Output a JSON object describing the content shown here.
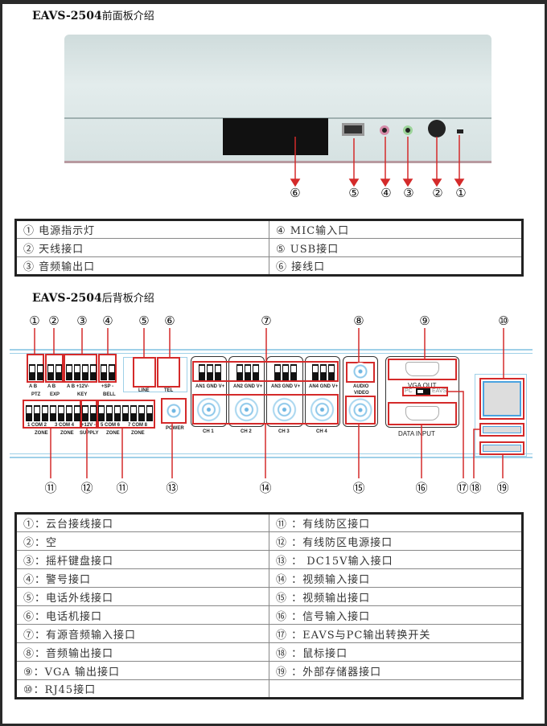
{
  "front": {
    "title_model": "EAVS-2504",
    "title_cn": "前面板介绍",
    "callouts": [
      "⑥",
      "⑤",
      "④",
      "③",
      "②",
      "①"
    ],
    "table": [
      [
        "① 电源指示灯",
        "④ MIC输入口"
      ],
      [
        "② 天线接口",
        "⑤ USB接口"
      ],
      [
        "③ 音频输出口",
        "⑥ 接线口"
      ]
    ]
  },
  "back": {
    "title_model": "EAVS-2504",
    "title_cn": "后背板介绍",
    "callouts_top": [
      "①",
      "②",
      "③",
      "④",
      "⑤",
      "⑥",
      "⑦",
      "⑧",
      "⑨",
      "⑩"
    ],
    "callouts_bottom": [
      "⑪",
      "⑫",
      "⑪",
      "⑬",
      "⑭",
      "⑮",
      "⑯",
      "⑰",
      "⑱",
      "⑲"
    ],
    "labels": {
      "ab_ptz": "A    B",
      "ab_exp": "A    B",
      "key_pins": "A    B   +12V-",
      "bell_pins": "+SP -",
      "ptz": "PTZ",
      "exp": "EXP",
      "key": "KEY",
      "bell": "BELL",
      "zone_pins_1": "1  COM  2",
      "zone_pins_2": "3  COM  4",
      "supply_pins": "+12V -",
      "zone_pins_3": "5  COM  6",
      "zone_pins_4": "7  COM  8",
      "zone1": "ZONE",
      "zone2": "ZONE",
      "supply": "SUPPLY",
      "zone3": "ZONE",
      "zone4": "ZONE",
      "line": "LINE",
      "tel": "TEL",
      "power": "POWER",
      "an1": "AN1  GND  V+",
      "an2": "AN2  GND  V+",
      "an3": "AN3  GND  V+",
      "an4": "AN4  GND  V+",
      "ch1": "CH 1",
      "ch2": "CH 2",
      "ch3": "CH 3",
      "ch4": "CH 4",
      "audio": "AUDIO",
      "video": "VIDEO",
      "vga_out": "VGA OUT",
      "pc": "PC",
      "eavs": "EAVS",
      "data_input": "DATA INPUT"
    },
    "table": [
      [
        "①：云台接线接口",
        "⑪ ：有线防区接口"
      ],
      [
        "②：空",
        "⑫ ：有线防区电源接口"
      ],
      [
        "③：摇杆键盘接口",
        "⑬ ： DC15V输入接口"
      ],
      [
        "④：警号接口",
        "⑭ ：视频输入接口"
      ],
      [
        "⑤：电话外线接口",
        "⑮ ：视频输出接口"
      ],
      [
        "⑥：电话机接口",
        "⑯ ：信号输入接口"
      ],
      [
        "⑦：有源音频输入接口",
        "⑰ ：EAVS与PC输出转换开关"
      ],
      [
        "⑧：音频输出接口",
        "⑱ ：鼠标接口"
      ],
      [
        "⑨：VGA 输出接口",
        "⑲ ：外部存储器接口"
      ],
      [
        "⑩：RJ45接口",
        ""
      ]
    ]
  },
  "colors": {
    "callout_red": "#d42a2a",
    "outline_blue": "#9fd0e8"
  }
}
